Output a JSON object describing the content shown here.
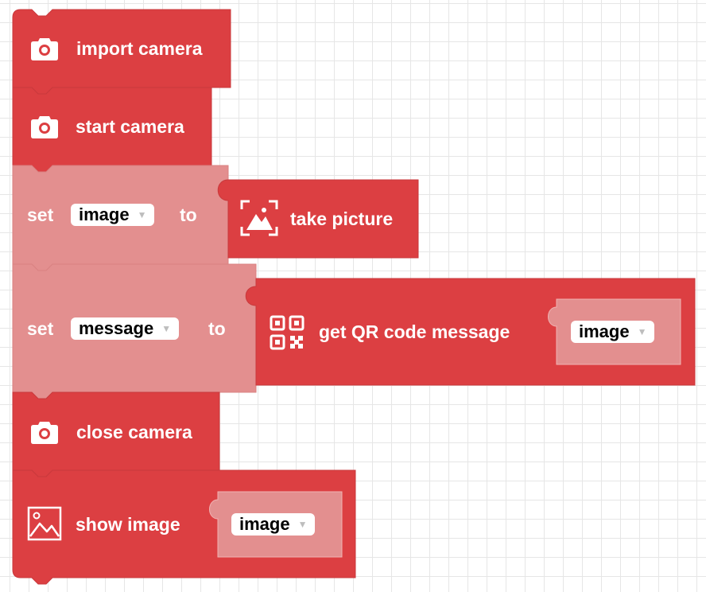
{
  "colors": {
    "block": "#dc3f42",
    "block_light": "#e38f8f",
    "block_border": "#c9393c",
    "grid": "#e6e6e6"
  },
  "blocks": {
    "import_camera": {
      "label": "import camera",
      "icon": "camera-icon"
    },
    "start_camera": {
      "label": "start camera",
      "icon": "camera-icon"
    },
    "set_image": {
      "set_label": "set",
      "variable": "image",
      "to_label": "to",
      "value_block": {
        "label": "take picture",
        "icon": "capture-picture-icon"
      }
    },
    "set_message": {
      "set_label": "set",
      "variable": "message",
      "to_label": "to",
      "value_block": {
        "label": "get QR code message",
        "icon": "qr-code-icon",
        "argument": "image"
      }
    },
    "close_camera": {
      "label": "close camera",
      "icon": "camera-icon"
    },
    "show_image": {
      "label": "show image",
      "icon": "image-icon",
      "argument": "image"
    }
  },
  "dropdown_arrow": "▼"
}
